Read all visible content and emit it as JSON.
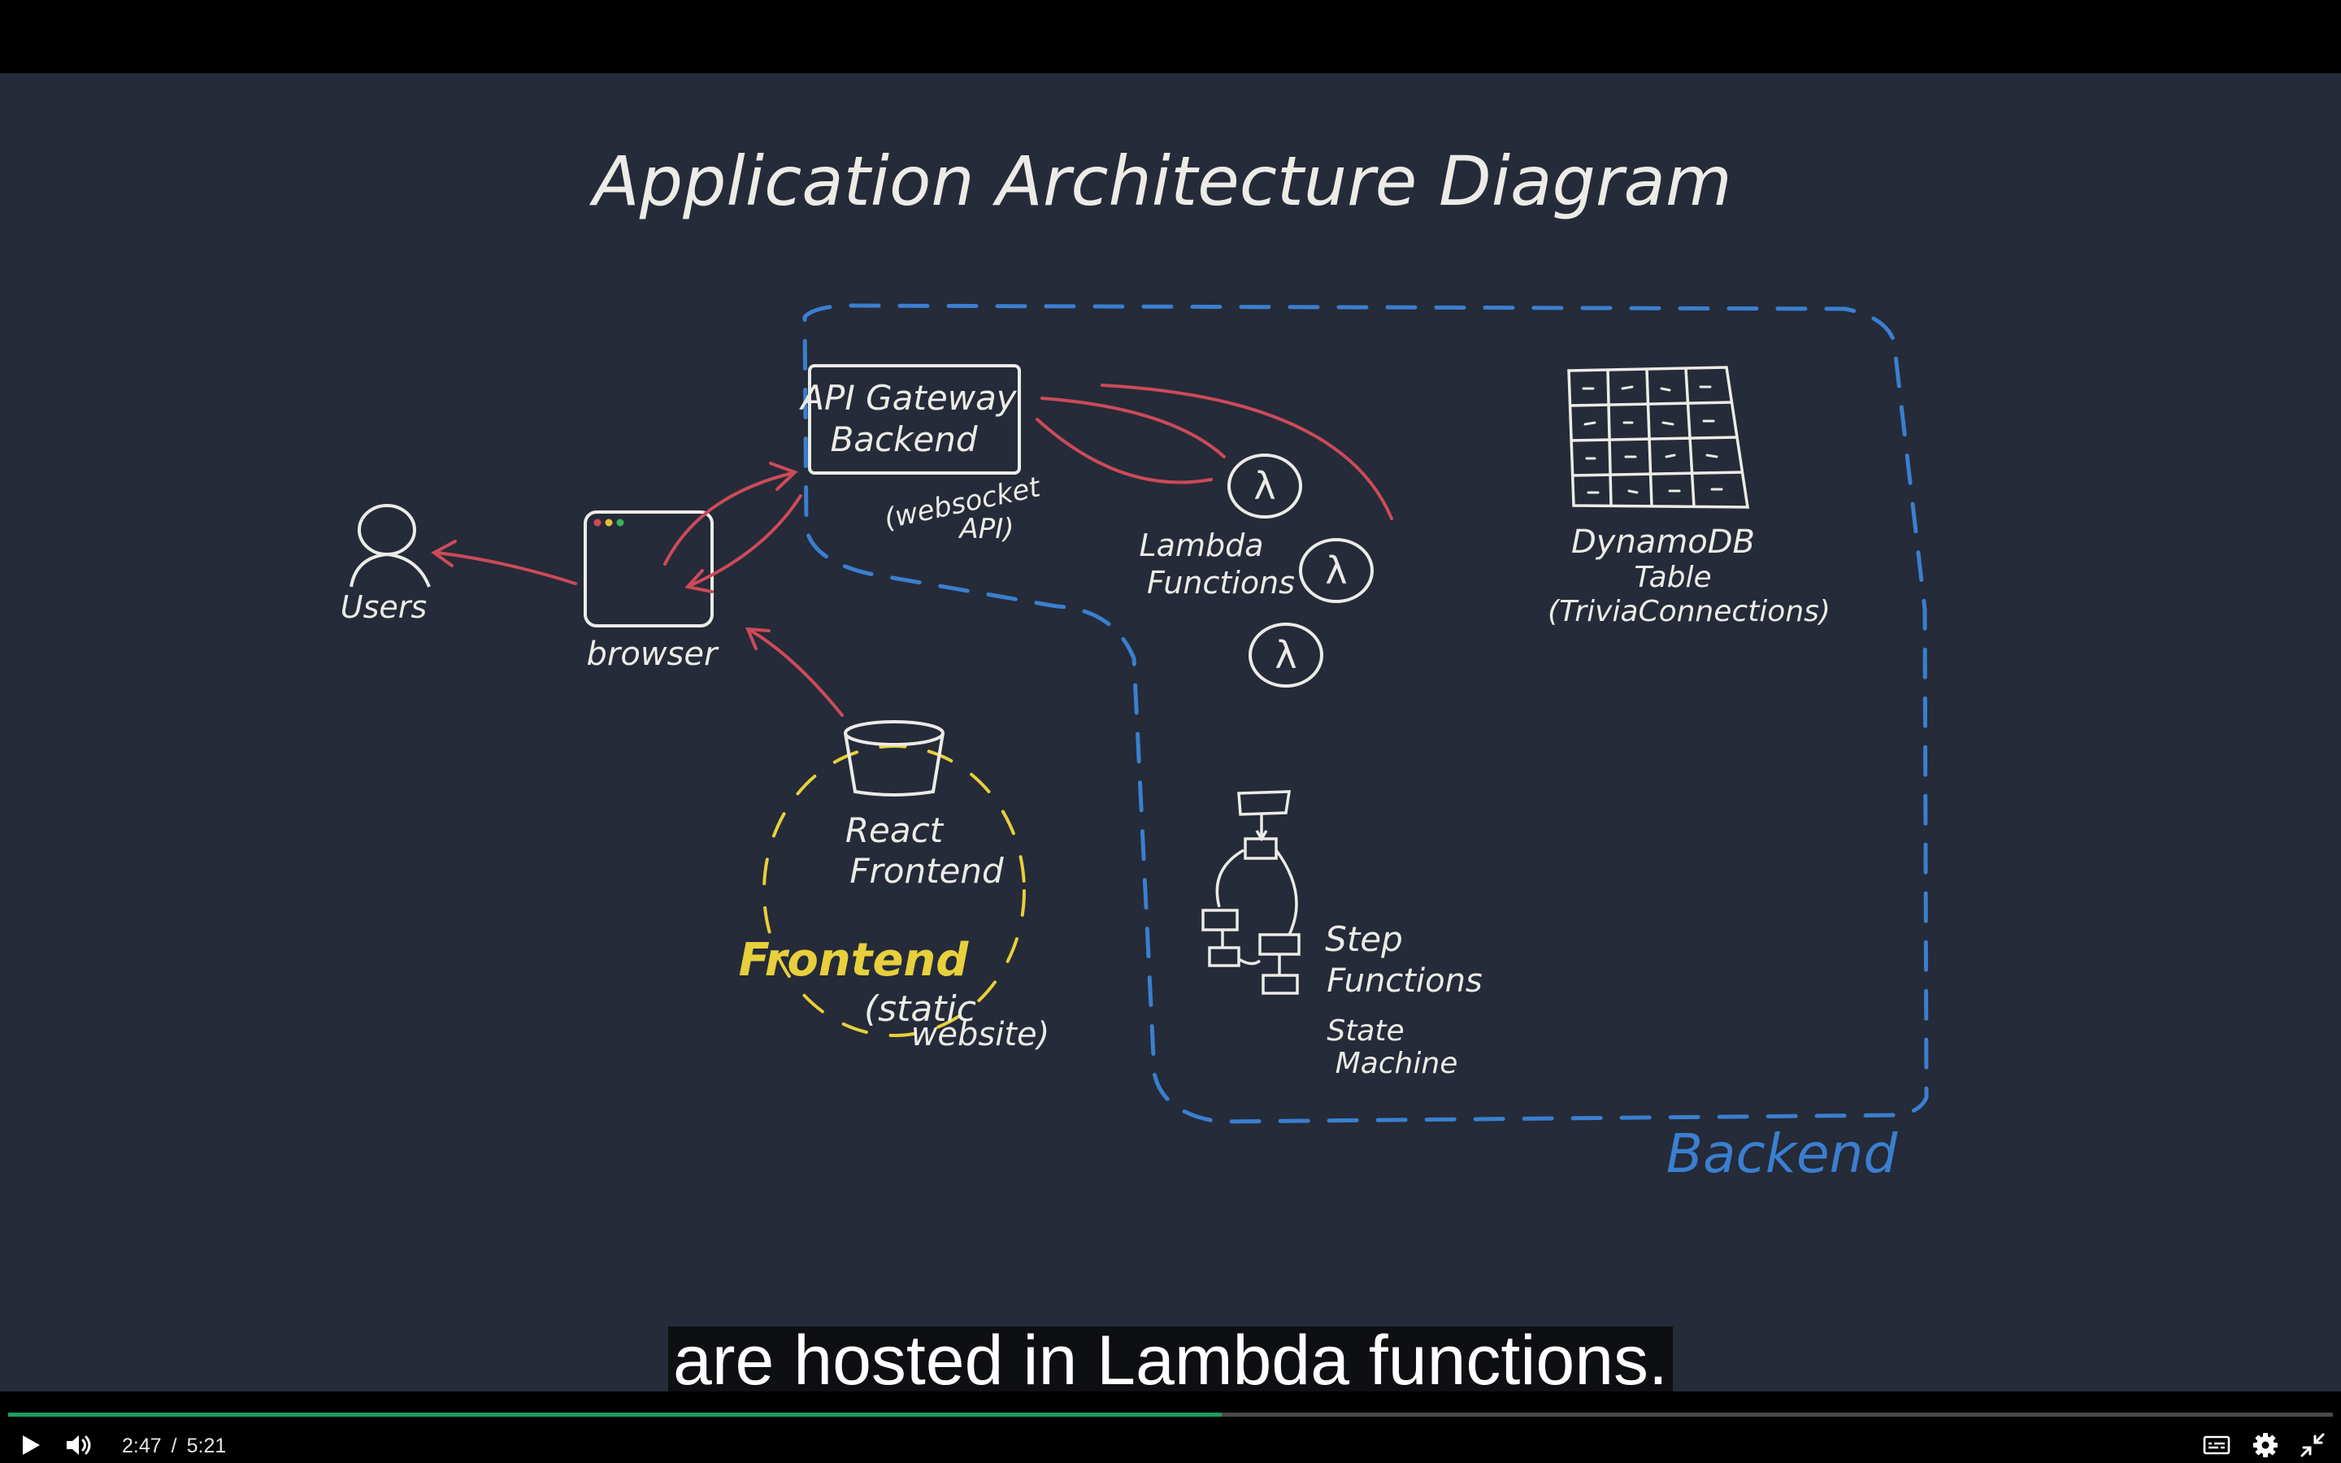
{
  "video": {
    "subtitle": "are hosted in Lambda functions.",
    "progress_fraction": 0.522
  },
  "diagram": {
    "title": "Application Architecture Diagram",
    "users_label": "Users",
    "browser_label": "browser",
    "api_gateway_line1": "API Gateway",
    "api_gateway_line2": "Backend",
    "websocket_line1": "(websocket",
    "websocket_line2": "API)",
    "lambda_line1": "Lambda",
    "lambda_line2": "Functions",
    "lambda_symbol": "λ",
    "dynamodb_line1": "DynamoDB",
    "dynamodb_line2": "Table",
    "dynamodb_line3": "(TriviaConnections)",
    "react_line1": "React",
    "react_line2": "Frontend",
    "frontend_label": "Frontend",
    "static_line1": "(static",
    "static_line2": "website)",
    "step_line1": "Step",
    "step_line2": "Functions",
    "state_line1": "State",
    "state_line2": "Machine",
    "backend_label": "Backend",
    "colors": {
      "board": "#252b38",
      "chalk": "#ecebe6",
      "arrow_red": "#cc4a5a",
      "backend_blue": "#3a7fd0",
      "frontend_yellow": "#e8cf3c"
    }
  },
  "player": {
    "current_time": "2:47",
    "separator": "/",
    "duration": "5:21",
    "icons": {
      "play": "play-icon",
      "volume": "volume-icon",
      "captions": "captions-icon",
      "settings": "gear-icon",
      "exit_fullscreen": "exit-fullscreen-icon"
    },
    "colors": {
      "progress": "#1aa05d"
    }
  }
}
